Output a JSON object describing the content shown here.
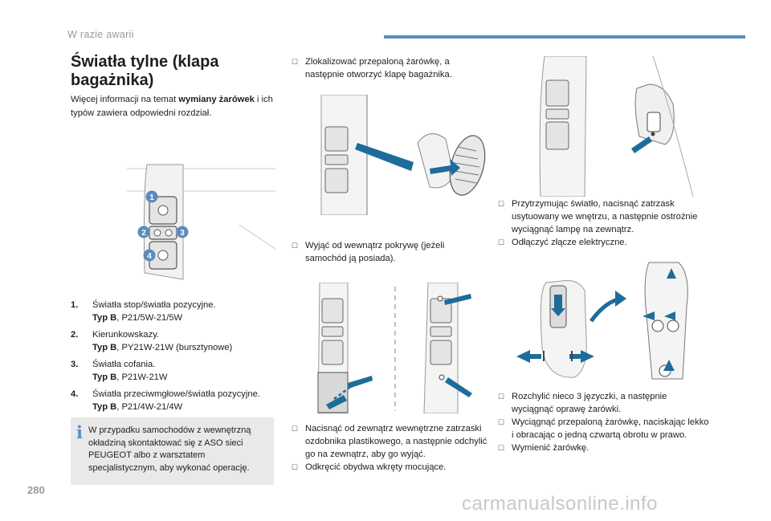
{
  "header": {
    "section": "W razie awarii"
  },
  "title": "Światła tylne (klapa bagażnika)",
  "intro": {
    "before": "Więcej informacji na temat ",
    "bold": "wymiany żarówek",
    "after": " i ich typów zawiera odpowiedni rozdział."
  },
  "callouts": [
    "1",
    "2",
    "3",
    "4"
  ],
  "lamps": [
    {
      "num": "1.",
      "name": "Światła stop/światła pozycyjne.",
      "type_label": "Typ B",
      "type_value": ", P21/5W-21/5W"
    },
    {
      "num": "2.",
      "name": "Kierunkowskazy.",
      "type_label": "Typ B",
      "type_value": ", PY21W-21W (bursztynowe)"
    },
    {
      "num": "3.",
      "name": "Światła cofania.",
      "type_label": "Typ B",
      "type_value": ", P21W-21W"
    },
    {
      "num": "4.",
      "name": "Światła przeciwmgłowe/światła pozycyjne.",
      "type_label": "Typ B",
      "type_value": ", P21/4W-21/4W"
    }
  ],
  "note": "W przypadku samochodów z wewnętrzną okładziną skontaktować się z ASO sieci PEUGEOT albo z warsztatem specjalistycznym, aby wykonać operację.",
  "steps": {
    "s1": "Zlokalizować przepaloną żarówkę, a następnie otworzyć klapę bagażnika.",
    "s2": "Wyjąć od wewnątrz pokrywę (jeżeli samochód ją posiada).",
    "s3": "Nacisnąć od zewnątrz wewnętrzne zatrzaski ozdobnika plastikowego, a następnie odchylić go na zewnątrz, aby go wyjąć.",
    "s4": "Odkręcić obydwa wkręty mocujące.",
    "s5": "Przytrzymując światło, nacisnąć zatrzask usytuowany we wnętrzu, a następnie ostrożnie wyciągnąć lampę na zewnątrz.",
    "s6": "Odłączyć złącze elektryczne.",
    "s7": "Rozchylić nieco 3 języczki, a następnie wyciągnąć oprawę żarówki.",
    "s8": "Wyciągnąć przepaloną żarówkę, naciskając lekko i obracając o jedną czwartą obrotu w prawo.",
    "s9": "Wymienić żarówkę."
  },
  "bullet_icon": "checkbox-bullet-icon",
  "colors": {
    "accent": "#5b8cc0",
    "arrow": "#1e6c9a",
    "note_bg": "#e9e9e9"
  },
  "page_number": "280",
  "watermark": "carmanualsonline.info"
}
